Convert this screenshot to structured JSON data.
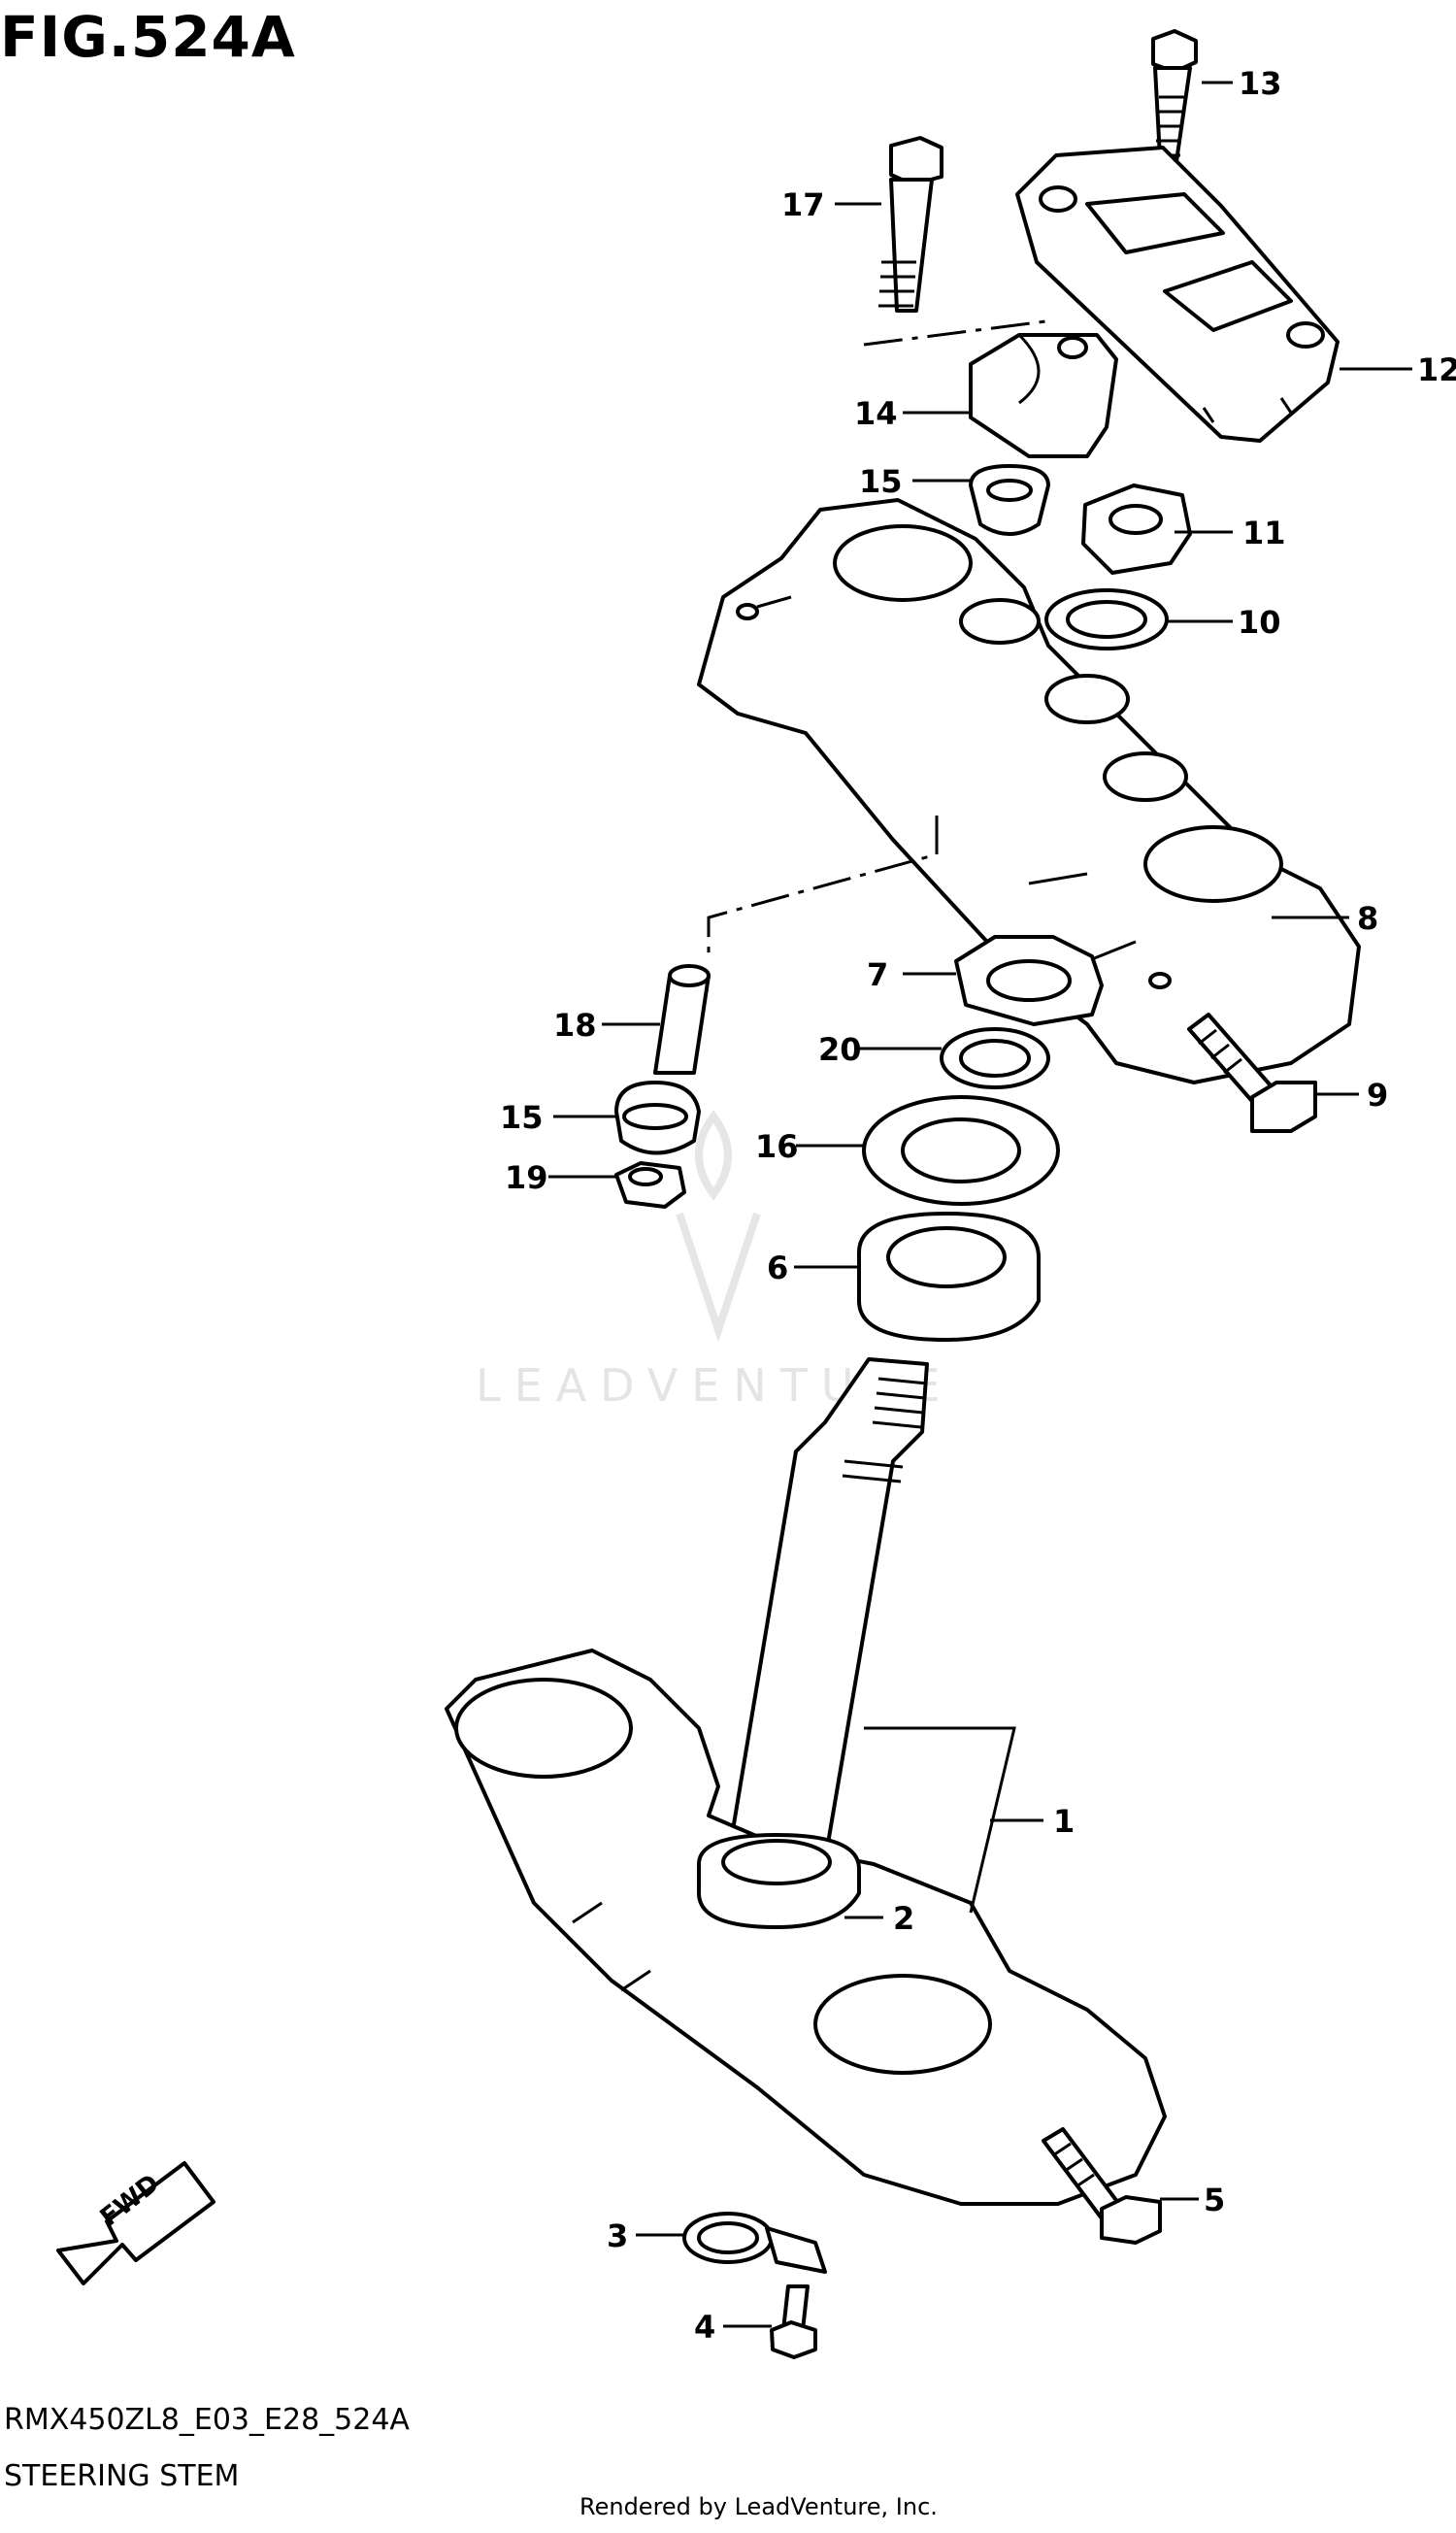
{
  "figure": {
    "title": "FIG.524A",
    "model_code": "RMX450ZL8_E03_E28_524A",
    "name": "STEERING STEM",
    "footer": "Rendered by LeadVenture, Inc.",
    "watermark": "LEADVENTURE",
    "fwd_label": "FWD"
  },
  "callouts": [
    {
      "id": "1",
      "label": "1"
    },
    {
      "id": "2",
      "label": "2"
    },
    {
      "id": "3",
      "label": "3"
    },
    {
      "id": "4",
      "label": "4"
    },
    {
      "id": "5",
      "label": "5"
    },
    {
      "id": "6",
      "label": "6"
    },
    {
      "id": "7",
      "label": "7"
    },
    {
      "id": "8",
      "label": "8"
    },
    {
      "id": "9",
      "label": "9"
    },
    {
      "id": "10",
      "label": "10"
    },
    {
      "id": "11",
      "label": "11"
    },
    {
      "id": "12",
      "label": "12"
    },
    {
      "id": "13",
      "label": "13"
    },
    {
      "id": "14",
      "label": "14"
    },
    {
      "id": "15a",
      "label": "15"
    },
    {
      "id": "15b",
      "label": "15"
    },
    {
      "id": "16",
      "label": "16"
    },
    {
      "id": "17",
      "label": "17"
    },
    {
      "id": "18",
      "label": "18"
    },
    {
      "id": "19",
      "label": "19"
    },
    {
      "id": "20",
      "label": "20"
    }
  ]
}
